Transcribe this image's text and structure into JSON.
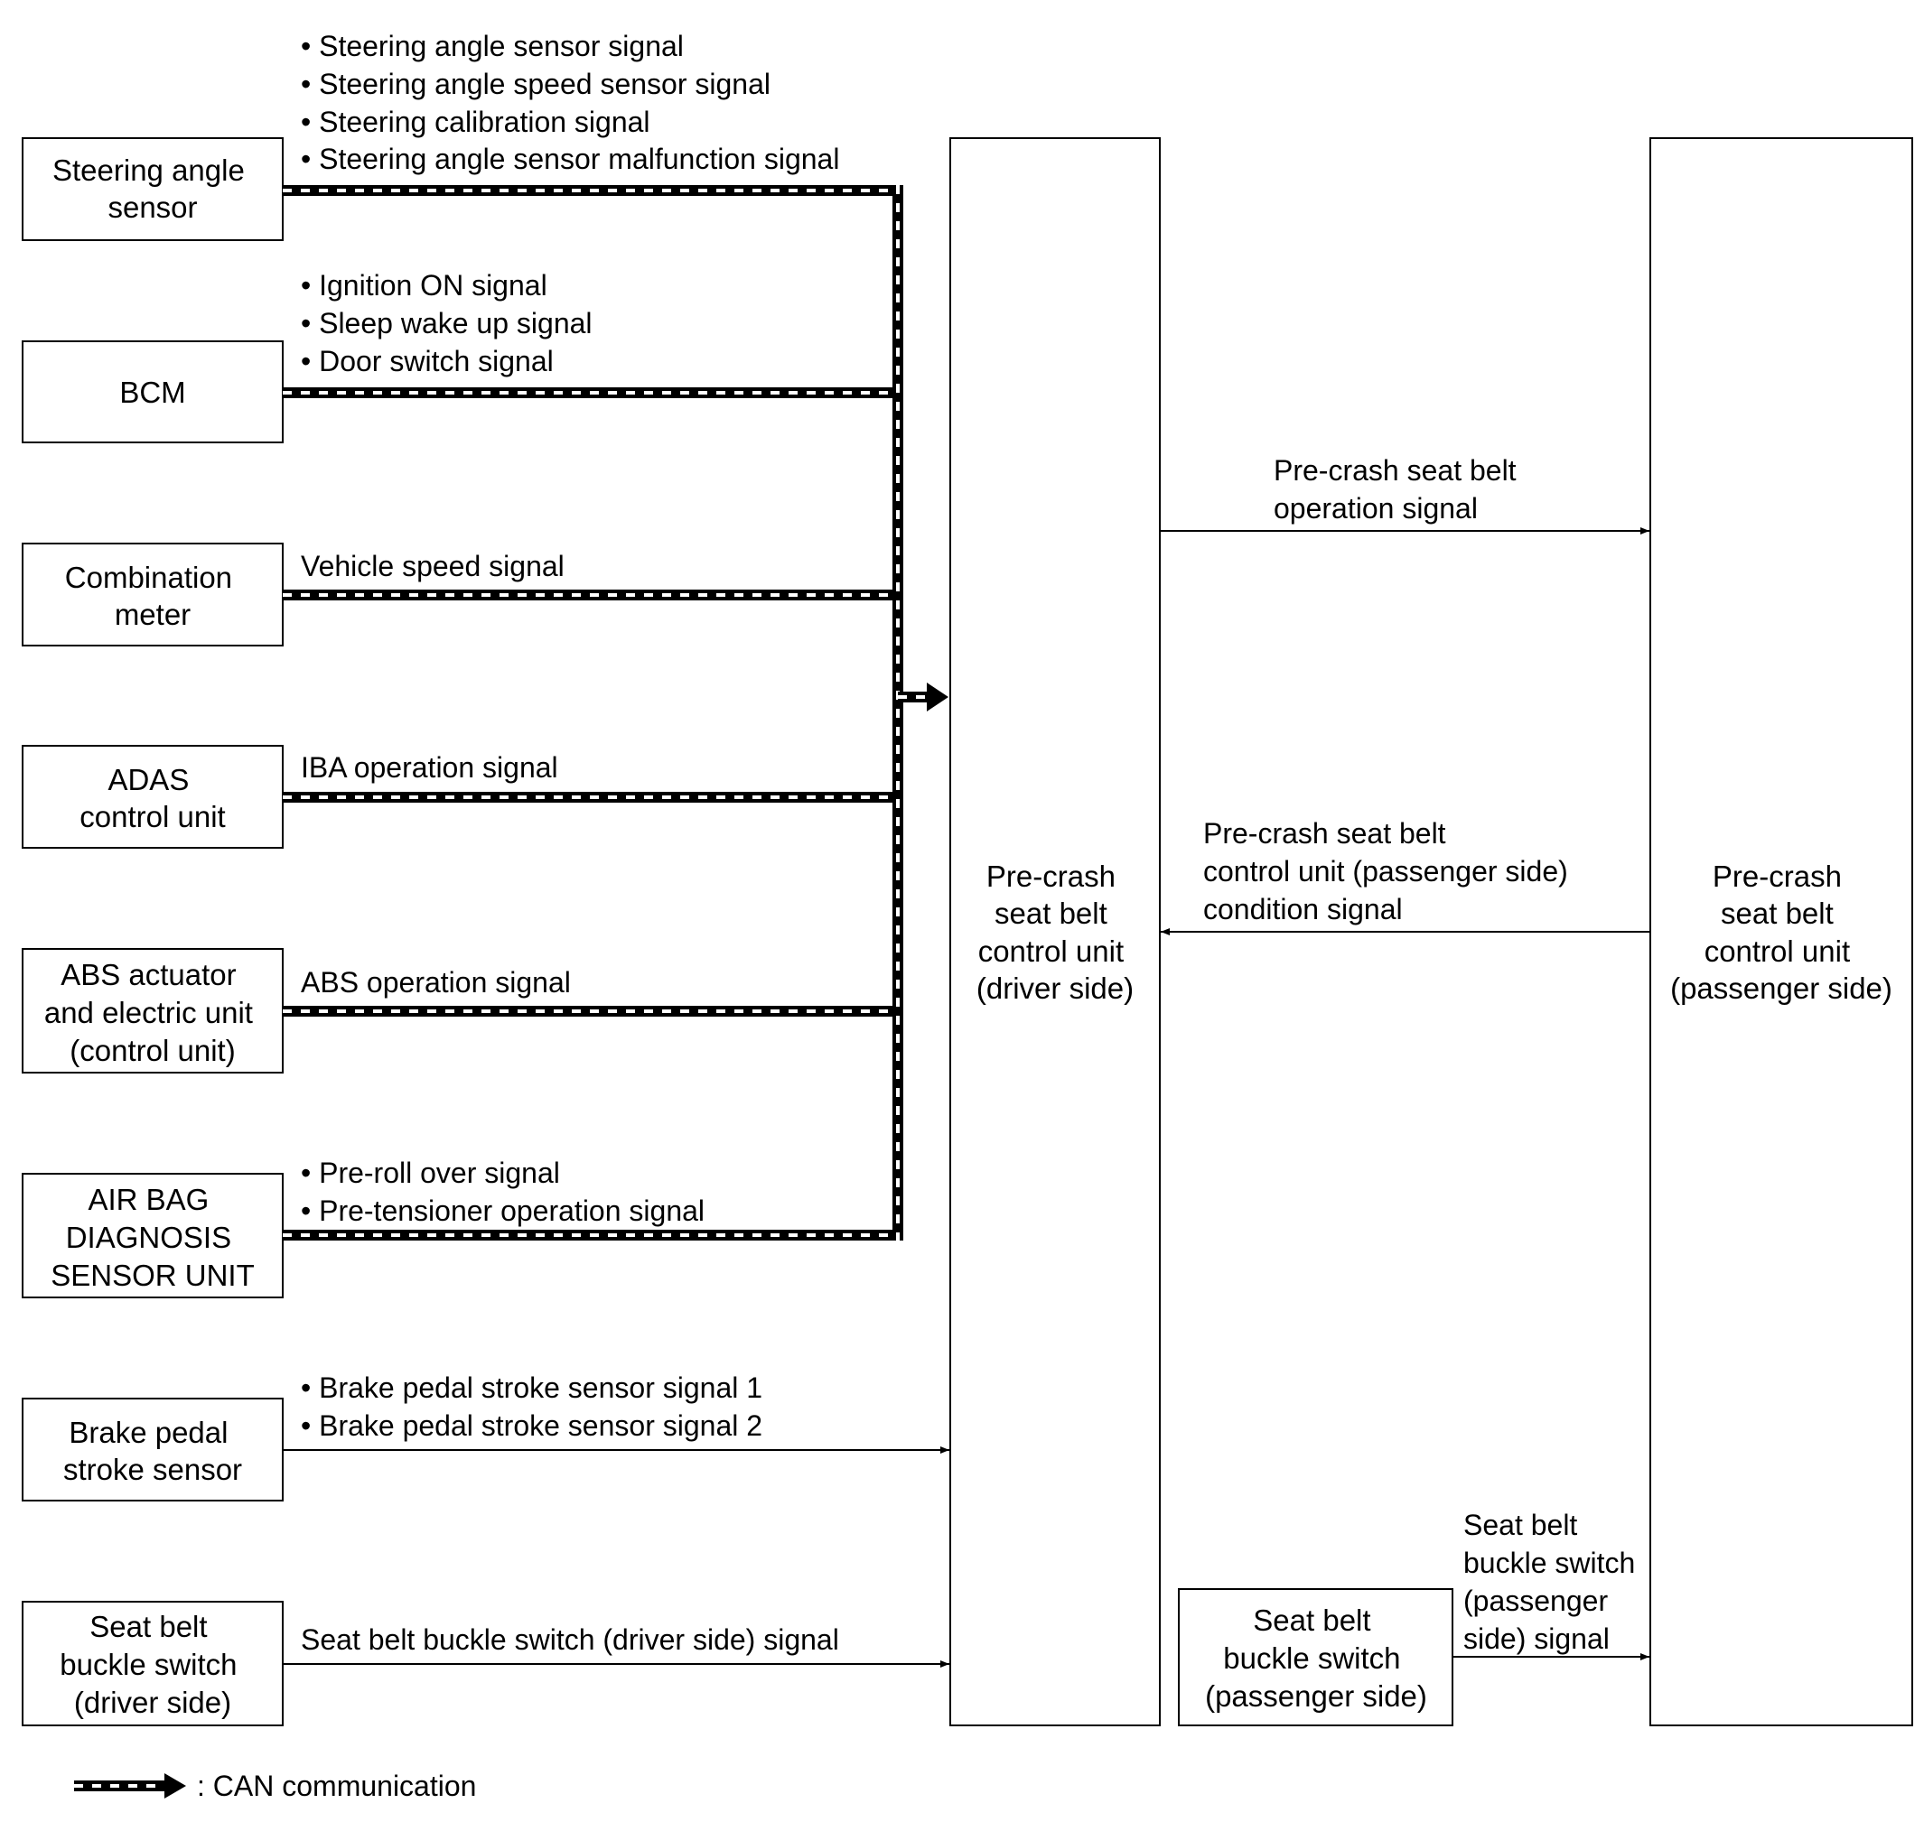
{
  "colors": {
    "line": "#000000",
    "background": "#ffffff"
  },
  "nodes": {
    "steering_angle_sensor": {
      "lines": [
        "Steering angle",
        "sensor"
      ]
    },
    "bcm": {
      "lines": [
        "BCM"
      ]
    },
    "combination_meter": {
      "lines": [
        "Combination",
        "meter"
      ]
    },
    "adas_control_unit": {
      "lines": [
        "ADAS",
        "control unit"
      ]
    },
    "abs_actuator": {
      "lines": [
        "ABS actuator",
        "and electric unit",
        "(control unit)"
      ]
    },
    "airbag_diagnosis": {
      "lines": [
        "AIR BAG",
        "DIAGNOSIS",
        "SENSOR UNIT"
      ]
    },
    "brake_pedal_stroke_sensor": {
      "lines": [
        "Brake pedal",
        "stroke sensor"
      ]
    },
    "seat_belt_buckle_driver": {
      "lines": [
        "Seat belt",
        "buckle switch",
        "(driver side)"
      ]
    },
    "control_unit_driver": {
      "lines": [
        "Pre-crash",
        "seat belt",
        "control unit",
        "(driver side)"
      ]
    },
    "seat_belt_buckle_passenger": {
      "lines": [
        "Seat belt",
        "buckle switch",
        "(passenger side)"
      ]
    },
    "control_unit_passenger": {
      "lines": [
        "Pre-crash",
        "seat belt",
        "control unit",
        "(passenger side)"
      ]
    }
  },
  "signals": {
    "steering": [
      "• Steering angle sensor signal",
      "• Steering angle speed sensor signal",
      "• Steering calibration signal",
      "• Steering angle sensor malfunction signal"
    ],
    "bcm": [
      "• Ignition ON signal",
      "• Sleep wake up signal",
      "• Door switch signal"
    ],
    "combination_meter": [
      "Vehicle speed signal"
    ],
    "adas": [
      "IBA operation signal"
    ],
    "abs": [
      "ABS operation signal"
    ],
    "airbag": [
      "• Pre-roll over signal",
      "• Pre-tensioner operation signal"
    ],
    "brake_pedal": [
      "• Brake pedal stroke sensor signal 1",
      "• Brake pedal stroke sensor signal 2"
    ],
    "buckle_driver": [
      "Seat belt buckle switch (driver side) signal"
    ],
    "operation": [
      "Pre-crash seat belt",
      "operation signal"
    ],
    "condition": [
      "Pre-crash seat belt",
      "control unit (passenger side)",
      "condition signal"
    ],
    "buckle_passenger": [
      "Seat belt",
      "buckle switch",
      "(passenger",
      "side) signal"
    ]
  },
  "legend": {
    "label": ": CAN communication"
  }
}
